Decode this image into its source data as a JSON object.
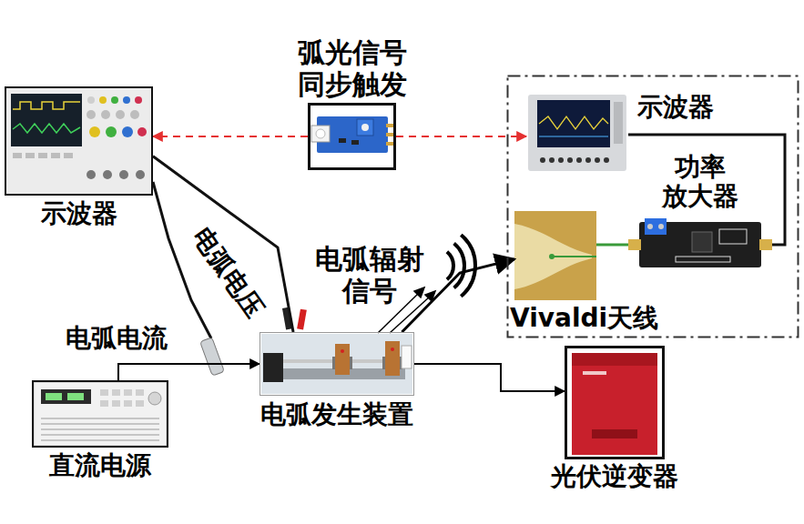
{
  "diagram": {
    "nodes": [
      {
        "text": [
          "示波器"
        ]
      },
      {
        "text": [
          "弧光信号 同步触发"
        ]
      },
      {
        "text": []
      },
      {
        "text": [
          "示波器"
        ],
        "in": 2
      },
      {
        "text": [
          "功率 放大器"
        ],
        "in": 2
      },
      {
        "text": [
          "Vivaldi天线"
        ],
        "in": 2
      },
      {
        "text": [
          "电弧发生装置"
        ]
      },
      {
        "text": [
          "直流电源"
        ]
      },
      {
        "text": [
          "光伏逆变器"
        ]
      }
    ],
    "edges": [
      {
        "from": 1,
        "to": 0,
        "arrow": "to"
      },
      {
        "from": 1,
        "to": 3,
        "arrow": "to"
      },
      {
        "from": 3,
        "to": 4,
        "arrow": "none"
      },
      {
        "from": 4,
        "to": 5,
        "arrow": "none"
      },
      {
        "from": 6,
        "to": 5,
        "label": "电弧辐射 信号",
        "arrow": "to"
      },
      {
        "from": 0,
        "to": 6,
        "label": "电弧电压",
        "arrow": "none"
      },
      {
        "from": 7,
        "to": 6,
        "label": "电弧电流",
        "arrow": "to"
      },
      {
        "from": 6,
        "to": 8,
        "arrow": "to"
      }
    ]
  }
}
